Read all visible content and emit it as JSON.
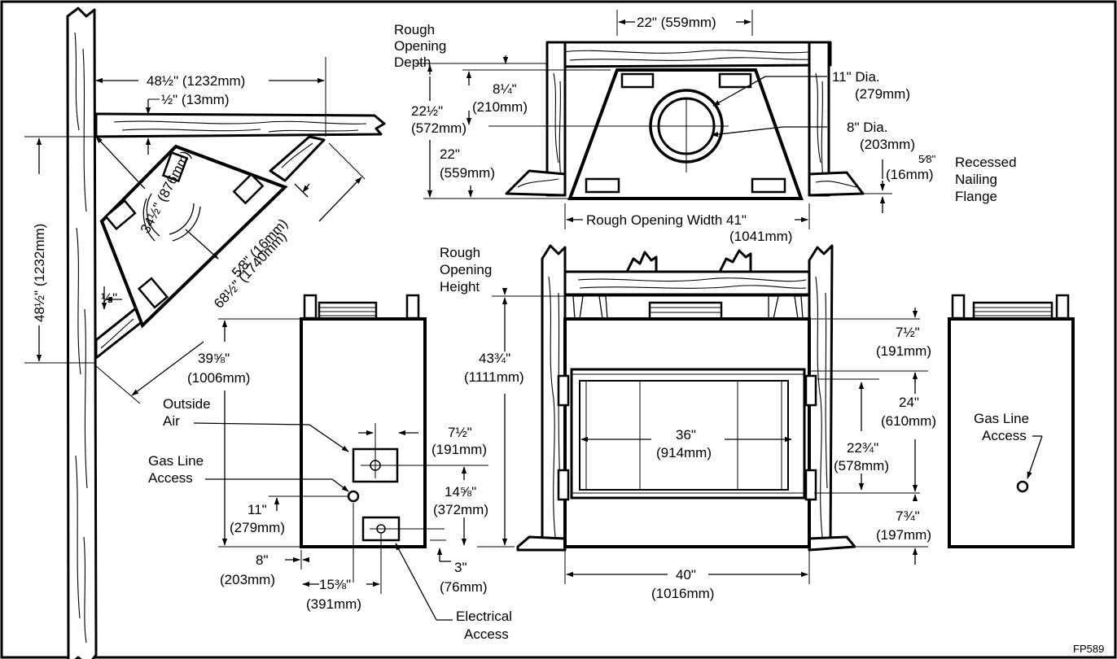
{
  "figure_code": "FP589",
  "corner_view": {
    "dim_wall_depth": "48½\" (1232mm)",
    "dim_offset_half": "½\" (13mm)",
    "dim_diagonal": "34½\" (876mm)",
    "dim_side_gap": "5⁄8\" (16mm)",
    "dim_long": "68½\" (1740mm)",
    "dim_vertical": "48½\" (1232mm)",
    "dim_half": "½\""
  },
  "top_view": {
    "dim_top_width": "22\" (559mm)",
    "label_rough_depth": [
      "Rough",
      "Opening",
      "Depth"
    ],
    "dim_total_depth": [
      "22½\"",
      "(572mm)"
    ],
    "dim_center_depth": [
      "8¼\"",
      "(210mm)"
    ],
    "dim_front_depth": [
      "22\"",
      "(559mm)"
    ],
    "dim_outer_dia": [
      "11\" Dia.",
      "(279mm)"
    ],
    "dim_inner_dia": [
      "8\" Dia.",
      "(203mm)"
    ],
    "dim_flange": [
      "5⁄8\"",
      "(16mm)"
    ],
    "label_flange": [
      "Recessed",
      "Nailing",
      "Flange"
    ],
    "dim_width": "Rough Opening Width 41\"",
    "dim_width_mm": "(1041mm)"
  },
  "side_view": {
    "dim_height": [
      "39⅝\"",
      "(1006mm)"
    ],
    "label_outside_air": [
      "Outside",
      "Air"
    ],
    "dim_air_offset": [
      "7½\"",
      "(191mm)"
    ],
    "label_gas": [
      "Gas Line",
      "Access"
    ],
    "dim_gas_height": [
      "11\"",
      "(279mm)"
    ],
    "dim_air_height": [
      "14⅝\"",
      "(372mm)"
    ],
    "dim_left": [
      "8\"",
      "(203mm)"
    ],
    "dim_width": [
      "15⅜\"",
      "(391mm)"
    ],
    "dim_elec_height": [
      "3\"",
      "(76mm)"
    ],
    "label_electrical": [
      "Electrical",
      "Access"
    ]
  },
  "front_view": {
    "label_rough_height": [
      "Rough",
      "Opening",
      "Height"
    ],
    "dim_height": [
      "43¾\"",
      "(1111mm)"
    ],
    "dim_top_gap": [
      "7½\"",
      "(191mm)"
    ],
    "dim_opening_height": [
      "24\"",
      "(610mm)"
    ],
    "dim_glass_height": [
      "22¾\"",
      "(578mm)"
    ],
    "dim_bottom_gap": [
      "7¾\"",
      "(197mm)"
    ],
    "dim_opening_width": [
      "36\"",
      "(914mm)"
    ],
    "dim_overall_width": [
      "40\"",
      "(1016mm)"
    ]
  },
  "rear_view": {
    "label_gas": [
      "Gas Line",
      "Access"
    ]
  }
}
